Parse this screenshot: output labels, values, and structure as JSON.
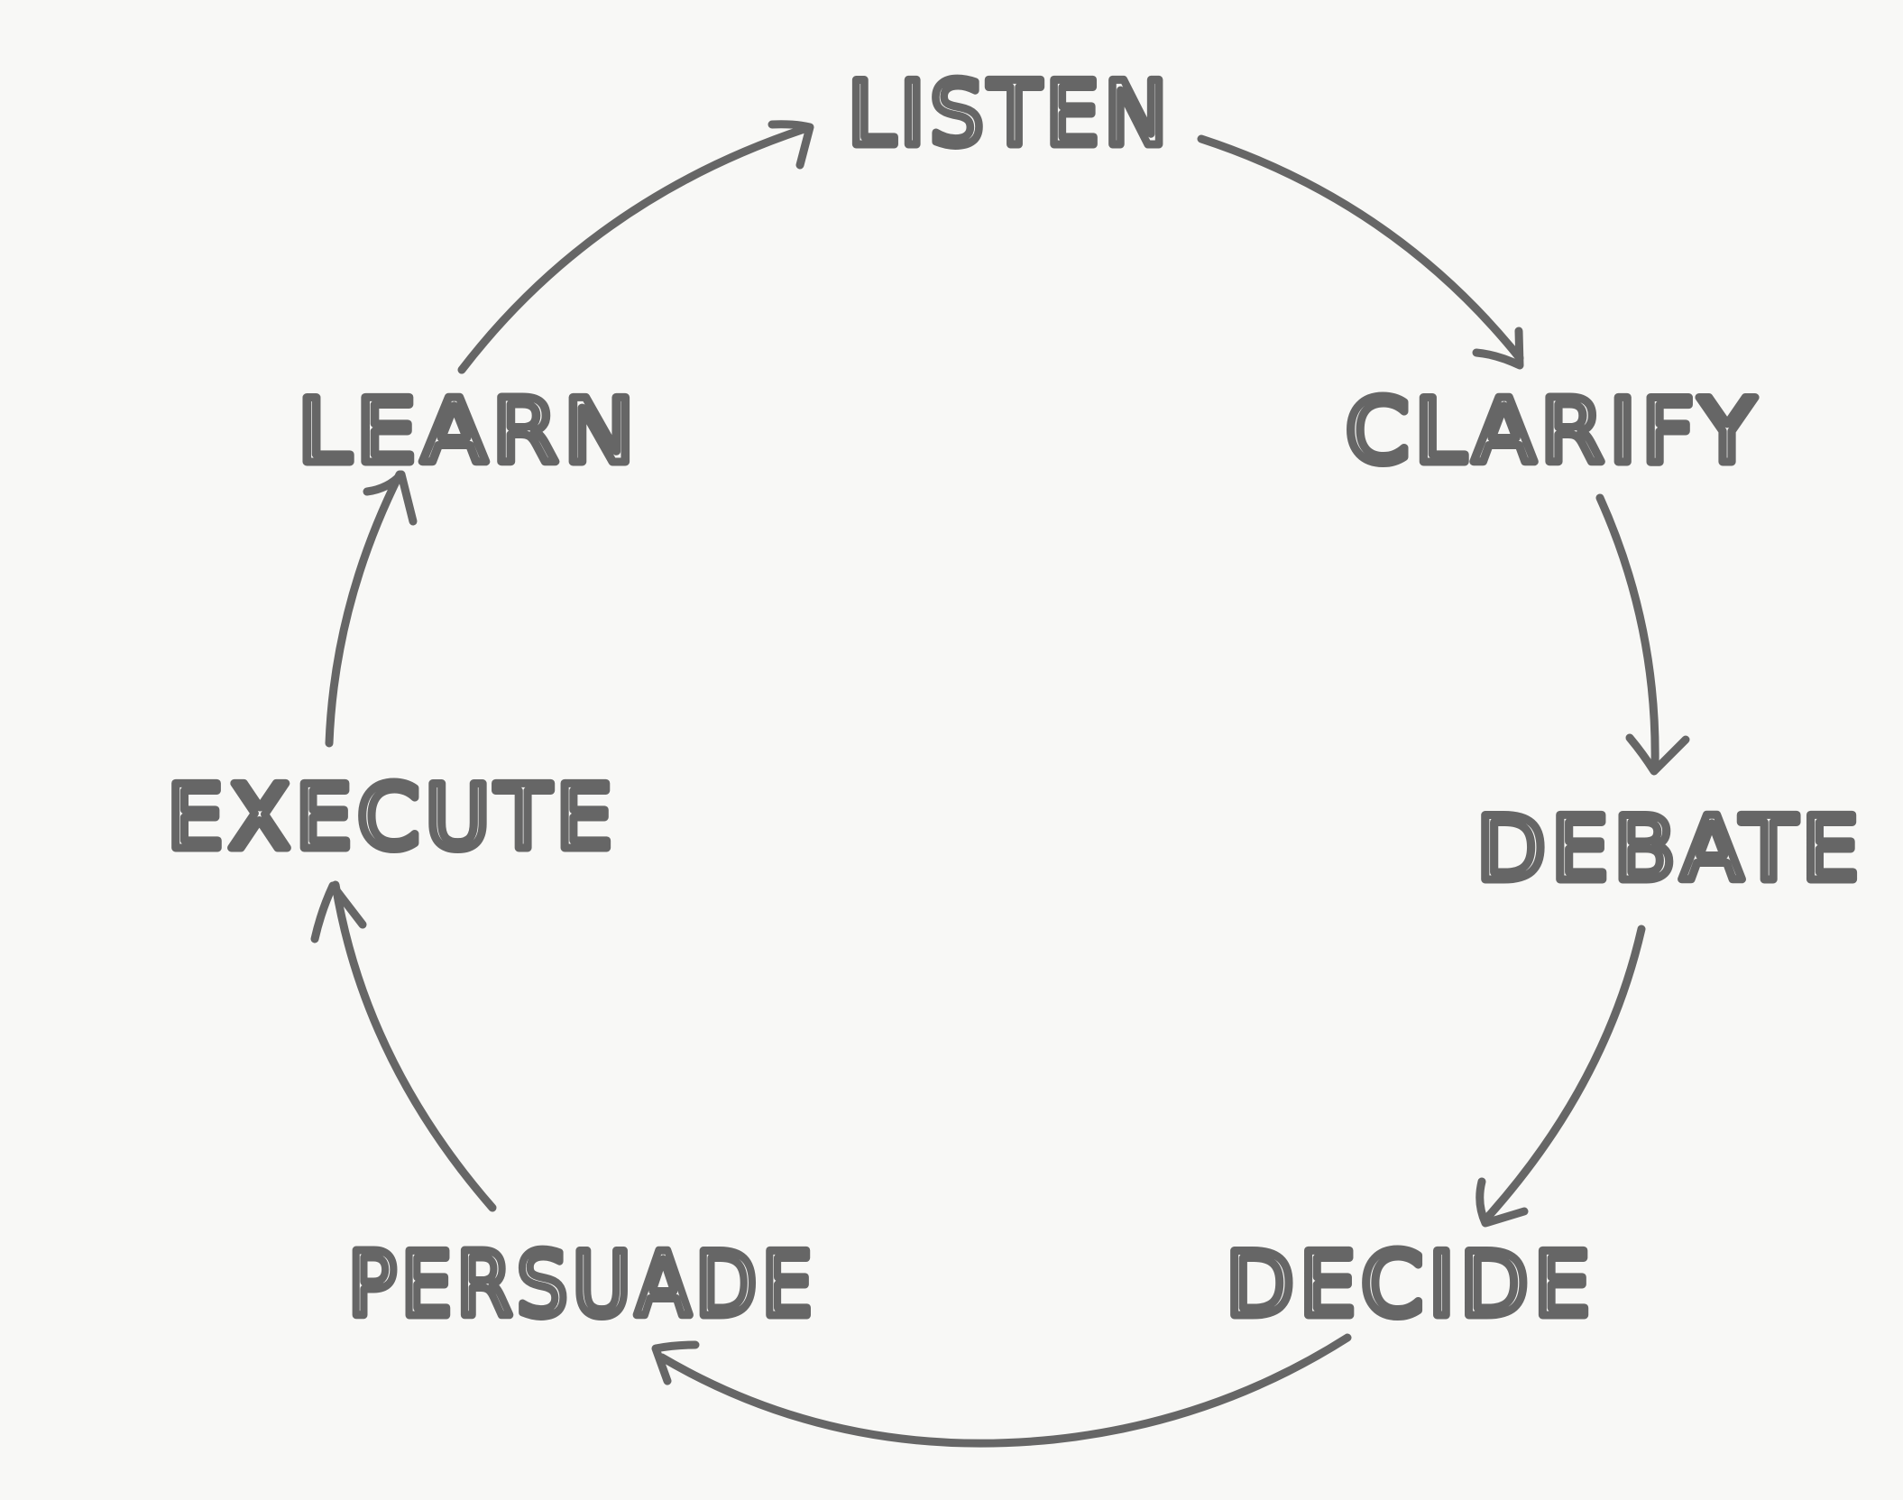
{
  "diagram": {
    "type": "cycle",
    "stroke_color": "#666666",
    "background": "#f8f8f6",
    "nodes": [
      {
        "id": "listen",
        "label": "LISTEN"
      },
      {
        "id": "clarify",
        "label": "CLARIFY"
      },
      {
        "id": "debate",
        "label": "DEBATE"
      },
      {
        "id": "decide",
        "label": "DECIDE"
      },
      {
        "id": "persuade",
        "label": "PERSUADE"
      },
      {
        "id": "execute",
        "label": "EXECUTE"
      },
      {
        "id": "learn",
        "label": "LEARN"
      }
    ],
    "edges": [
      {
        "from": "listen",
        "to": "clarify"
      },
      {
        "from": "clarify",
        "to": "debate"
      },
      {
        "from": "debate",
        "to": "decide"
      },
      {
        "from": "decide",
        "to": "persuade"
      },
      {
        "from": "persuade",
        "to": "execute"
      },
      {
        "from": "execute",
        "to": "learn"
      },
      {
        "from": "learn",
        "to": "listen"
      }
    ]
  }
}
